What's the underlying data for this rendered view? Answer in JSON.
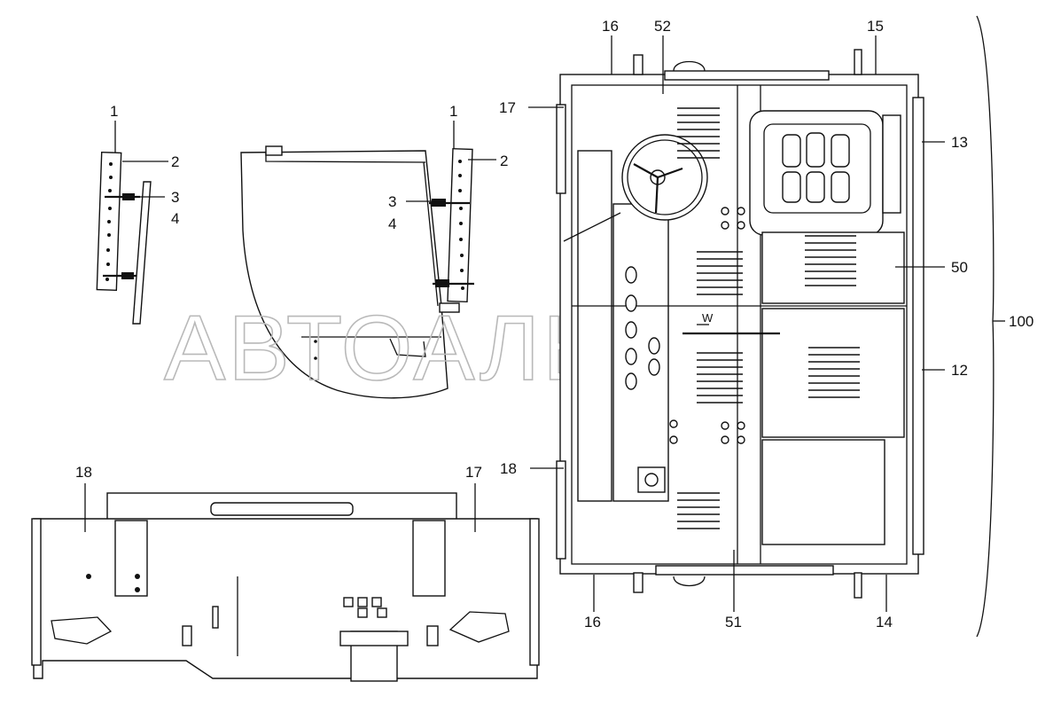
{
  "watermark": "АВТОАЛЬЯНС",
  "callouts": {
    "c1a": "1",
    "c2a": "2",
    "c3a": "3",
    "c4a": "4",
    "c1b": "1",
    "c2b": "2",
    "c3b": "3",
    "c4b": "4",
    "c16top": "16",
    "c52": "52",
    "c15": "15",
    "c17right": "17",
    "c13": "13",
    "c50": "50",
    "c100": "100",
    "c12": "12",
    "c18right": "18",
    "c16bot": "16",
    "c51": "51",
    "c14": "14",
    "c18left": "18",
    "c17left": "17"
  },
  "floor_arrow_letter": "W"
}
